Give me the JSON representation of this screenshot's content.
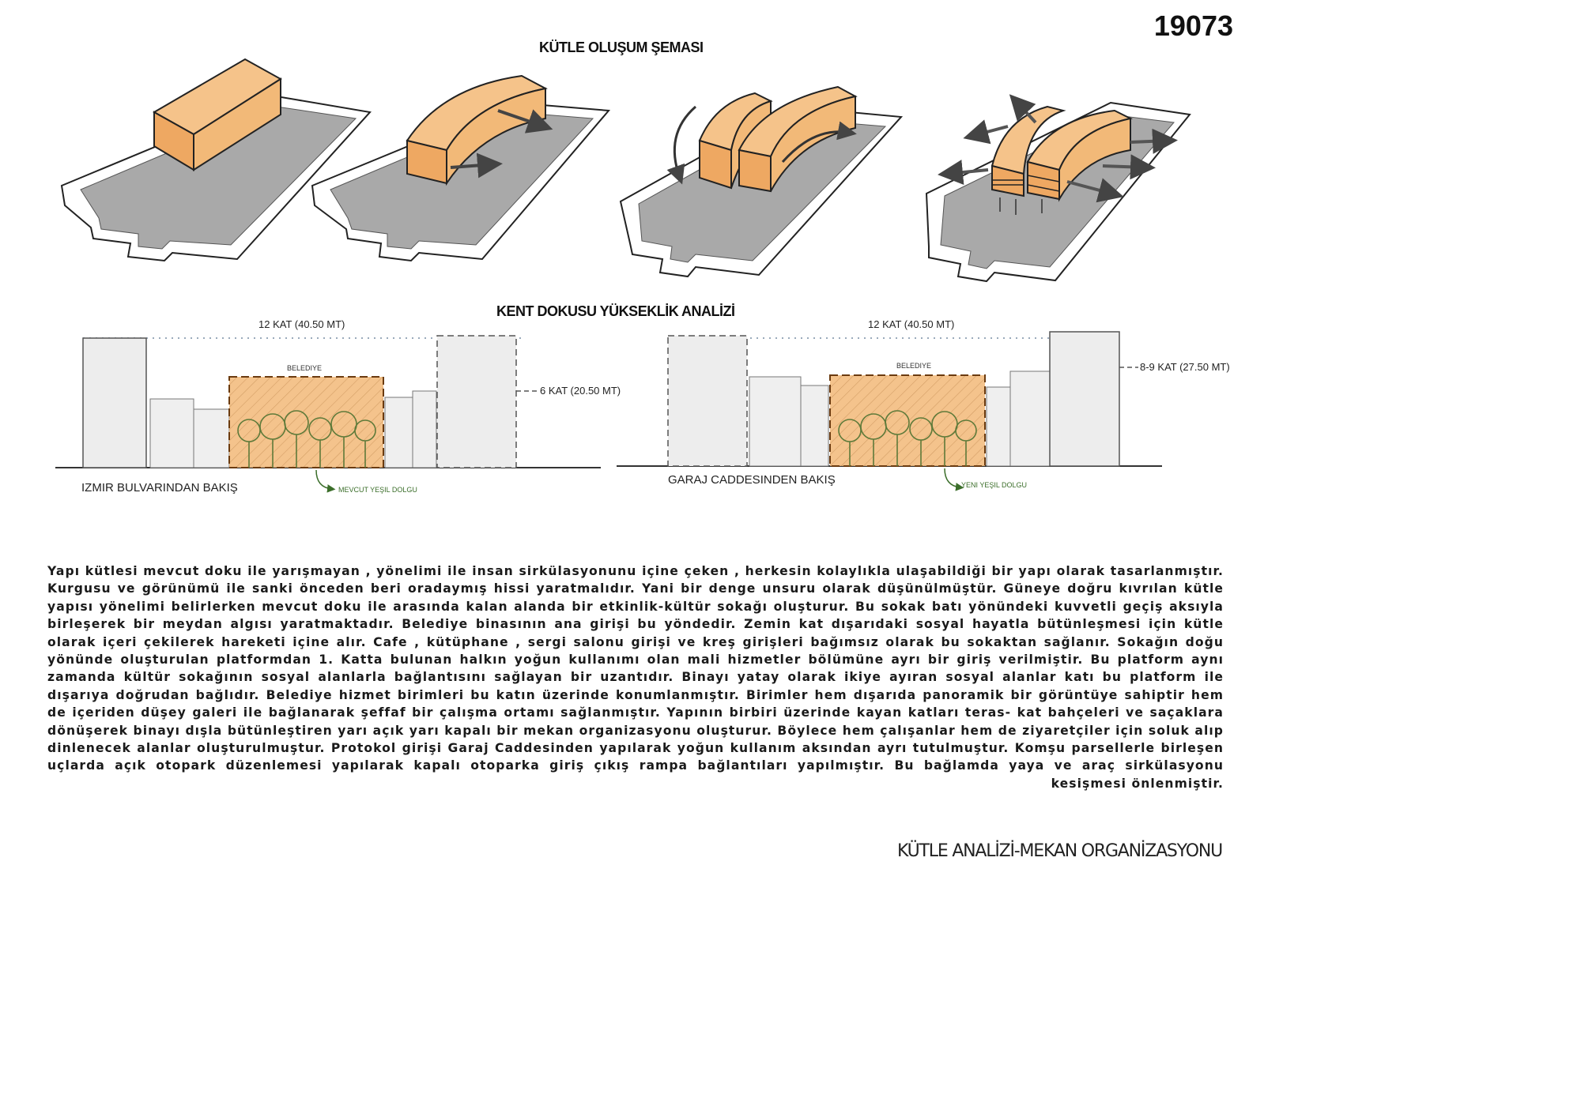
{
  "project_number": "19073",
  "mass_section": {
    "title": "KÜTLE OLUŞUM ŞEMASI"
  },
  "height_section": {
    "title": "KENT DOKUSU YÜKSEKLİK ANALİZİ",
    "left_view": {
      "top_label": "12 KAT (40.50 MT)",
      "building_label": "BELEDIYE",
      "side_label": "6 KAT (20.50 MT)",
      "view_label": "IZMIR BULVARINDAN BAKIŞ",
      "green_label": "MEVCUT YEŞIL DOLGU"
    },
    "right_view": {
      "top_label": "12 KAT (40.50 MT)",
      "building_label": "BELEDIYE",
      "side_label": "8-9 KAT (27.50 MT)",
      "view_label": "GARAJ CADDESINDEN BAKIŞ",
      "green_label": "YENI YEŞIL DOLGU"
    }
  },
  "description": "Yapı kütlesi mevcut doku ile yarışmayan , yönelimi ile insan sirkülasyonunu içine çeken , herkesin kolaylıkla ulaşabildiği bir yapı olarak tasarlanmıştır. Kurgusu ve görünümü ile sanki önceden beri oradaymış hissi yaratmalıdır. Yani bir denge unsuru olarak düşünülmüştür. Güneye doğru kıvrılan kütle yapısı yönelimi belirlerken mevcut doku ile arasında kalan alanda bir etkinlik-kültür sokağı oluşturur. Bu sokak batı yönündeki kuvvetli geçiş aksıyla birleşerek bir meydan algısı yaratmaktadır. Belediye binasının ana girişi bu yöndedir. Zemin kat dışarıdaki sosyal hayatla bütünleşmesi için kütle olarak içeri çekilerek hareketi içine alır. Cafe , kütüphane , sergi salonu girişi ve kreş girişleri bağımsız olarak bu sokaktan sağlanır. Sokağın doğu yönünde oluşturulan platformdan 1. Katta bulunan halkın yoğun kullanımı olan mali hizmetler bölümüne ayrı bir giriş verilmiştir. Bu platform aynı zamanda kültür sokağının sosyal alanlarla bağlantısını sağlayan bir uzantıdır. Binayı yatay olarak ikiye ayıran sosyal alanlar katı bu platform ile dışarıya doğrudan bağlıdır. Belediye hizmet birimleri bu katın üzerinde konumlanmıştır. Birimler hem dışarıda panoramik bir görüntüye sahiptir hem de içeriden düşey galeri ile bağlanarak şeffaf bir çalışma ortamı sağlanmıştır. Yapının birbiri üzerinde kayan katları teras- kat bahçeleri ve saçaklara dönüşerek binayı dışla bütünleştiren yarı açık yarı kapalı bir mekan organizasyonu oluşturur. Böylece hem çalışanlar hem de ziyaretçiler için soluk alıp dinlenecek alanlar oluşturulmuştur. Protokol girişi Garaj Caddesinden yapılarak yoğun kullanım aksından ayrı tutulmuştur. Komşu parsellerle birleşen uçlarda açık otopark düzenlemesi yapılarak kapalı otoparka giriş çıkış rampa bağlantıları yapılmıştır. Bu bağlamda yaya ve araç sirkülasyonu kesişmesi önlenmiştir.",
  "footer": "KÜTLE ANALİZİ-MEKAN ORGANİZASYONU",
  "colors": {
    "mass": "#f2b978",
    "mass_edge": "#222222",
    "site": "#a9a9a9",
    "building_fill": "#ededed",
    "green": "#5e7a3a"
  }
}
